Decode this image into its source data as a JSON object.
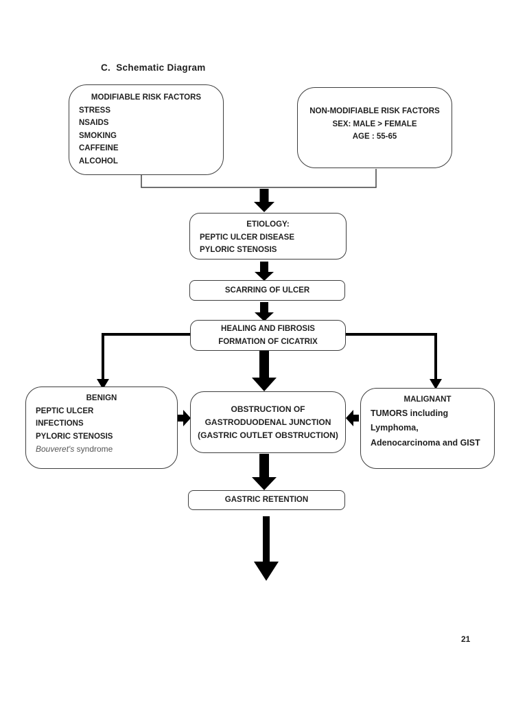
{
  "title": "C.  Schematic Diagram",
  "page": {
    "number": "21"
  },
  "colors": {
    "ink": "#1f1f1f",
    "border": "#3d3d3d",
    "thin_line": "#404040",
    "arrow": "#000000",
    "muted": "#555555",
    "background": "#ffffff"
  },
  "boxes": {
    "modifiable": {
      "heading": "MODIFIABLE RISK FACTORS",
      "items": [
        "STRESS",
        "NSAIDS",
        "SMOKING",
        "CAFFEINE",
        "ALCOHOL"
      ]
    },
    "non_modifiable": {
      "heading": "NON-MODIFIABLE RISK FACTORS",
      "lines": [
        "SEX: MALE > FEMALE",
        "AGE : 55-65"
      ]
    },
    "etiology": {
      "heading": "ETIOLOGY:",
      "items": [
        "PEPTIC ULCER DISEASE",
        "PYLORIC STENOSIS"
      ]
    },
    "scarring": {
      "label": "SCARRING OF ULCER"
    },
    "healing": {
      "lines": [
        "HEALING AND FIBROSIS",
        "FORMATION OF CICATRIX"
      ]
    },
    "benign": {
      "heading": "BENIGN",
      "items": [
        "PEPTIC ULCER",
        "INFECTIONS",
        "PYLORIC STENOSIS"
      ],
      "note_italic": "Bouveret's",
      "note_rest": " syndrome"
    },
    "obstruction": {
      "lines": [
        "OBSTRUCTION OF",
        "GASTRODUODENAL JUNCTION",
        "(GASTRIC OUTLET OBSTRUCTION)"
      ]
    },
    "malignant": {
      "heading": "MALIGNANT",
      "lines": [
        "TUMORS including",
        "Lymphoma,",
        "Adenocarcinoma and GIST"
      ]
    },
    "gastric_retention": {
      "label": "GASTRIC RETENTION"
    }
  }
}
